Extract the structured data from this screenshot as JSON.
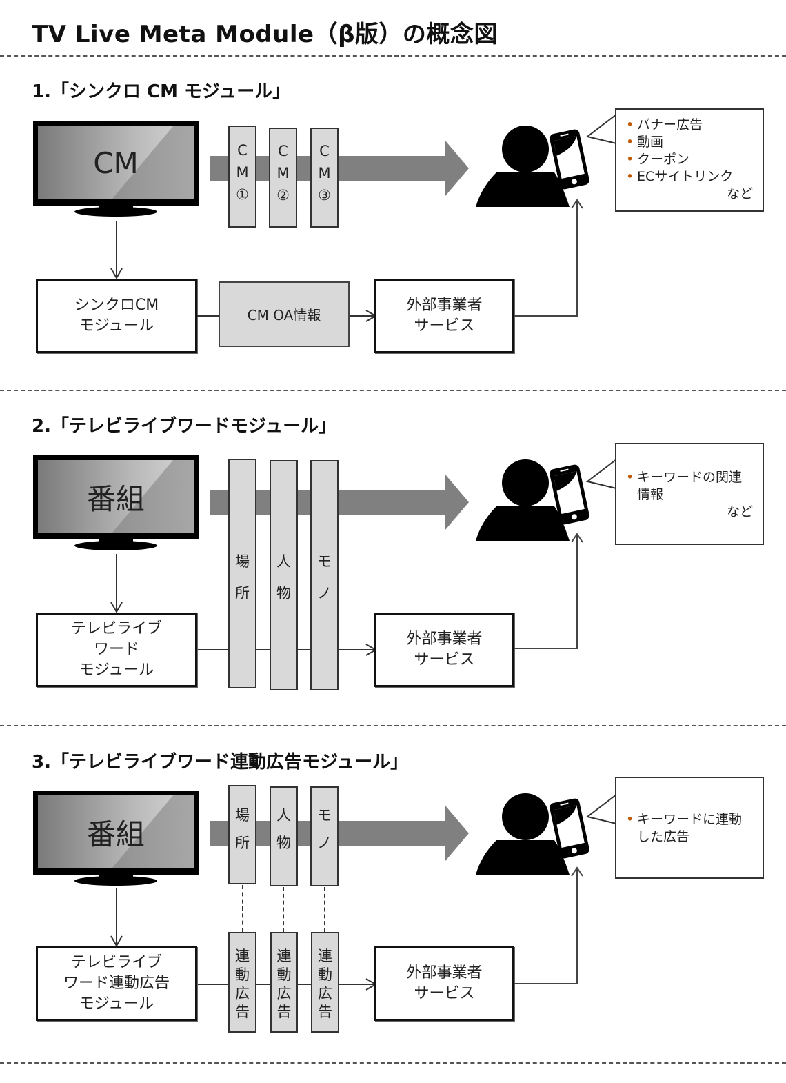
{
  "title": "TV Live Meta Module（β版）の概念図",
  "sections": [
    {
      "heading": "1.「シンクロ CM モジュール」",
      "tv_label": "CM",
      "pills": [
        {
          "chars": [
            "C",
            "M",
            "①"
          ]
        },
        {
          "chars": [
            "C",
            "M",
            "②"
          ]
        },
        {
          "chars": [
            "C",
            "M",
            "③"
          ]
        }
      ],
      "module_box": "シンクロCM\nモジュール",
      "middle_box": "CM OA情報",
      "service_box": "外部事業者\nサービス",
      "callout": {
        "bullets": [
          "バナー広告",
          "動画",
          "クーポン",
          "ECサイトリンク"
        ],
        "suffix": "など"
      }
    },
    {
      "heading": "2.「テレビライブワードモジュール」",
      "tv_label": "番組",
      "pills": [
        {
          "chars": [
            "場",
            "所"
          ]
        },
        {
          "chars": [
            "人",
            "物"
          ]
        },
        {
          "chars": [
            "モ",
            "ノ"
          ]
        }
      ],
      "module_box": "テレビライブ\nワード\nモジュール",
      "service_box": "外部事業者\nサービス",
      "callout": {
        "bullets": [
          "キーワードの関連情報"
        ],
        "suffix": "など"
      }
    },
    {
      "heading": "3.「テレビライブワード連動広告モジュール」",
      "tv_label": "番組",
      "pills": [
        {
          "chars": [
            "場",
            "所"
          ]
        },
        {
          "chars": [
            "人",
            "物"
          ]
        },
        {
          "chars": [
            "モ",
            "ノ"
          ]
        }
      ],
      "linked_pills": [
        {
          "chars": [
            "連",
            "動",
            "広",
            "告"
          ]
        },
        {
          "chars": [
            "連",
            "動",
            "広",
            "告"
          ]
        },
        {
          "chars": [
            "連",
            "動",
            "広",
            "告"
          ]
        }
      ],
      "module_box": "テレビライブ\nワード連動広告\nモジュール",
      "service_box": "外部事業者\nサービス",
      "callout": {
        "bullets": [
          "キーワードに連動した広告"
        ],
        "suffix": ""
      }
    }
  ],
  "colors": {
    "arrow": "#808080",
    "pill_fill": "#d9d9d9",
    "bullet_dot": "#c05a00"
  }
}
